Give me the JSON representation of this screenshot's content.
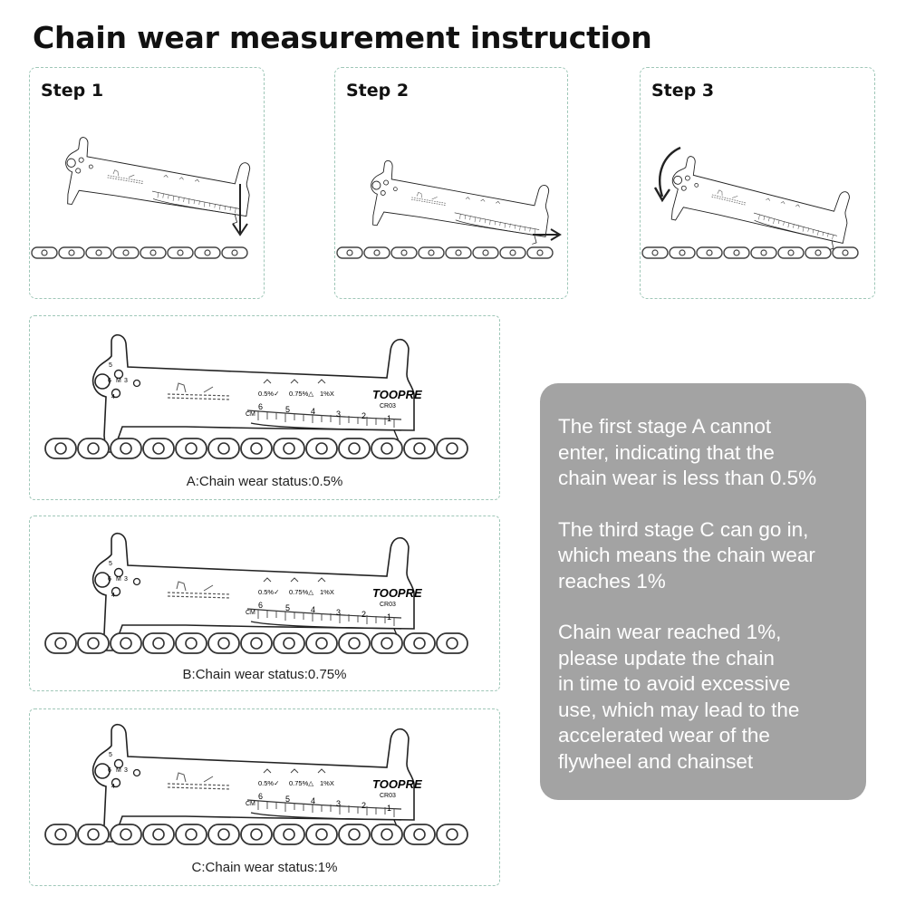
{
  "title": "Chain wear measurement instruction",
  "steps": [
    {
      "label": "Step 1"
    },
    {
      "label": "Step 2"
    },
    {
      "label": "Step 3"
    }
  ],
  "checker": {
    "brand": "TOOPRE",
    "model": "CR03",
    "marks": [
      "0.5%✓",
      "0.75%△",
      "1%X"
    ],
    "unit": "CM",
    "scale_numbers": [
      "6",
      "5",
      "4",
      "3",
      "2",
      "1"
    ],
    "gauge_numbers": [
      "5",
      "6",
      "M",
      "3",
      "4"
    ]
  },
  "statuses": [
    {
      "label": "A:Chain wear status:0.5%"
    },
    {
      "label": "B:Chain wear status:0.75%"
    },
    {
      "label": "C:Chain wear status:1%"
    }
  ],
  "notes": [
    "The first stage A cannot\nenter, indicating that the\nchain wear is less than 0.5%",
    "The third stage C can go in,\nwhich means the chain wear\nreaches 1%",
    "Chain wear reached 1%,\nplease update the chain\nin time to avoid excessive\nuse, which may lead to the\naccelerated wear of the\nflywheel and chainset"
  ],
  "colors": {
    "card_border": "#9fc7b8",
    "note_background": "#a3a3a3",
    "note_text": "#ffffff"
  }
}
